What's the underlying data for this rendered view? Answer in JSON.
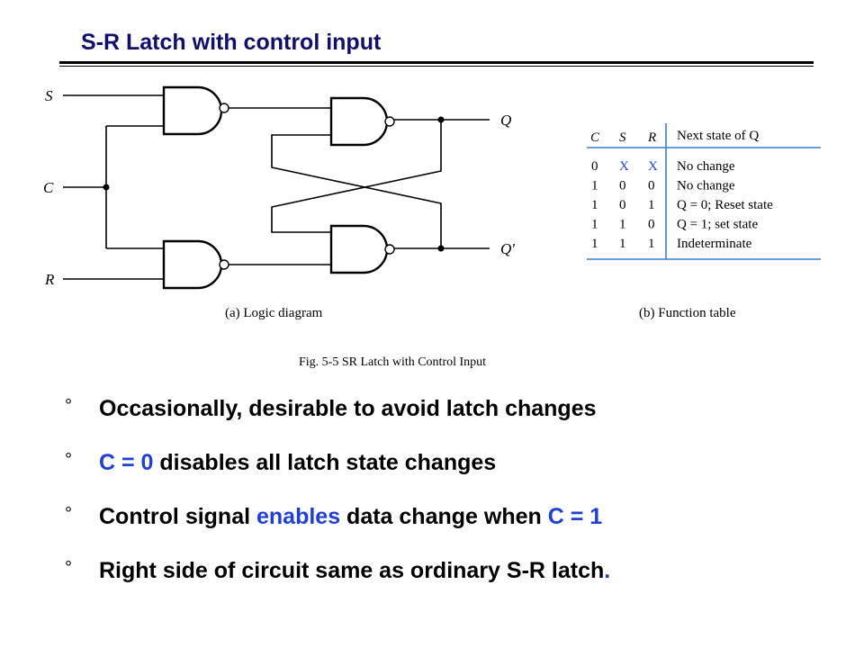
{
  "slide": {
    "title": "S-R Latch with control input"
  },
  "diagram": {
    "inputs": {
      "s": "S",
      "c": "C",
      "r": "R"
    },
    "outputs": {
      "q": "Q",
      "q_prime": "Q'"
    },
    "caption_a": "(a) Logic diagram"
  },
  "function_table": {
    "headers": {
      "c": "C",
      "s": "S",
      "r": "R",
      "next": "Next state of Q"
    },
    "rows": [
      {
        "c": "0",
        "s": "X",
        "r": "X",
        "next": "No change"
      },
      {
        "c": "1",
        "s": "0",
        "r": "0",
        "next": "No change"
      },
      {
        "c": "1",
        "s": "0",
        "r": "1",
        "next": "Q = 0; Reset state"
      },
      {
        "c": "1",
        "s": "1",
        "r": "0",
        "next": "Q = 1; set state"
      },
      {
        "c": "1",
        "s": "1",
        "r": "1",
        "next": "Indeterminate"
      }
    ],
    "caption_b": "(b) Function table",
    "colors": {
      "x_mark": "#1f3fd6",
      "rule": "#3b7fd0"
    }
  },
  "figure_caption": "Fig. 5-5  SR Latch with Control Input",
  "bullets": [
    {
      "mark": "°",
      "parts": [
        {
          "text": "Occasionally, desirable to avoid latch changes",
          "color": "#000000"
        }
      ]
    },
    {
      "mark": "°",
      "parts": [
        {
          "text": "C = 0",
          "color": "#1f3fd6"
        },
        {
          "text": " disables all latch state changes",
          "color": "#000000"
        }
      ]
    },
    {
      "mark": "°",
      "parts": [
        {
          "text": "Control signal ",
          "color": "#000000"
        },
        {
          "text": "enables",
          "color": "#1f3fd6"
        },
        {
          "text": " data change when ",
          "color": "#000000"
        },
        {
          "text": "C = 1",
          "color": "#1f3fd6"
        }
      ]
    },
    {
      "mark": "°",
      "parts": [
        {
          "text": "Right side of circuit same as ordinary S-R latch",
          "color": "#000000"
        },
        {
          "text": ".",
          "color": "#1f3fd6"
        }
      ]
    }
  ],
  "colors": {
    "title": "#10106b",
    "accent": "#1f3fd6"
  }
}
